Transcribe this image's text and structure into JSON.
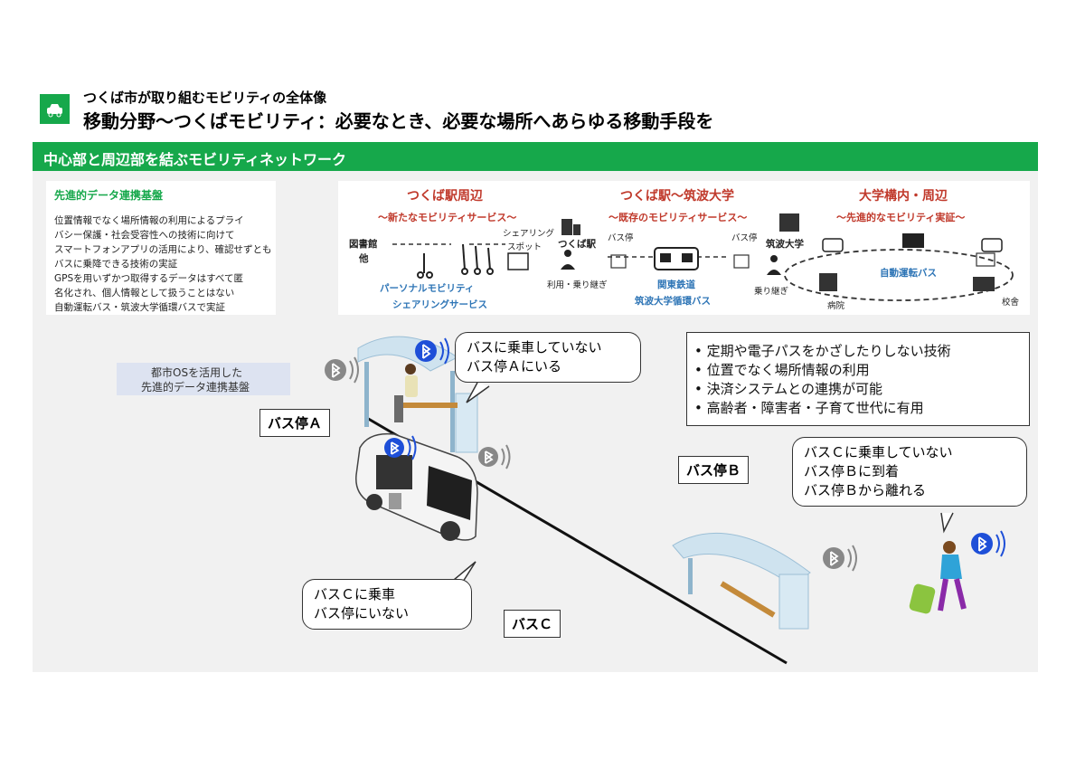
{
  "header": {
    "subtitle": "つくば市が取り組むモビリティの全体像",
    "title": "移動分野～つくばモビリティ：必要なとき、必要な場所へあらゆる移動手段を"
  },
  "section": {
    "title": "中心部と周辺部を結ぶモビリティネットワーク"
  },
  "info": {
    "title": "先進的データ連携基盤",
    "lines": [
      "位置情報でなく場所情報の利用によるプライ",
      "バシー保護・社会受容性への技術に向けて",
      "スマートフォンアプリの活用により、確認せずとも",
      "バスに乗降できる技術の実証",
      "GPSを用いずかつ取得するデータはすべて匿",
      "名化され、個人情報として扱うことはない",
      "自動運転バス・筑波大学循環バスで実証"
    ]
  },
  "panel": {
    "col1": {
      "heading": "つくば駅周辺",
      "sub": "～新たなモビリティサービス～"
    },
    "col2": {
      "heading": "つくば駅～筑波大学",
      "sub": "～既存のモビリティサービス～"
    },
    "col3": {
      "heading": "大学構内・周辺",
      "sub": "～先進的なモビリティ実証～"
    },
    "library": [
      "図書館",
      "他"
    ],
    "sharing_spot": [
      "シェアリング",
      "スポット"
    ],
    "personal_mobility": [
      "パーソナルモビリティ",
      "シェアリングサービス"
    ],
    "tsukuba_station": "つくば駅",
    "transfer1": "利用・乗り継ぎ",
    "bus_stop_left": "バス停",
    "bus_stop_right": "バス停",
    "kanto_bus": [
      "関東鉄道",
      "筑波大学循環バス"
    ],
    "university": "筑波大学",
    "transfer2": "乗り継ぎ",
    "autonomous_bus": "自動運転バス",
    "hospital": "病院",
    "school": "校舎"
  },
  "city_os": [
    "都市OSを活用した",
    "先進的データ連携基盤"
  ],
  "stops": {
    "a": "バス停Ａ",
    "b": "バス停Ｂ",
    "c": "バスＣ"
  },
  "bubbles": {
    "a": [
      "バスに乗車していない",
      "バス停Ａにいる"
    ],
    "b": [
      "バスＣに乗車していない",
      "バス停Ｂに到着",
      "バス停Ｂから離れる"
    ],
    "c": [
      "バスＣに乗車",
      "バス停にいない"
    ]
  },
  "features": [
    "定期や電子パスをかざしたりしない技術",
    "位置でなく場所情報の利用",
    "決済システムとの連携が可能",
    "高齢者・障害者・子育て世代に有用"
  ],
  "colors": {
    "green": "#16a84b",
    "red": "#c0392b",
    "blue": "#2e75b6",
    "bluetooth": "#1e4fd8"
  }
}
